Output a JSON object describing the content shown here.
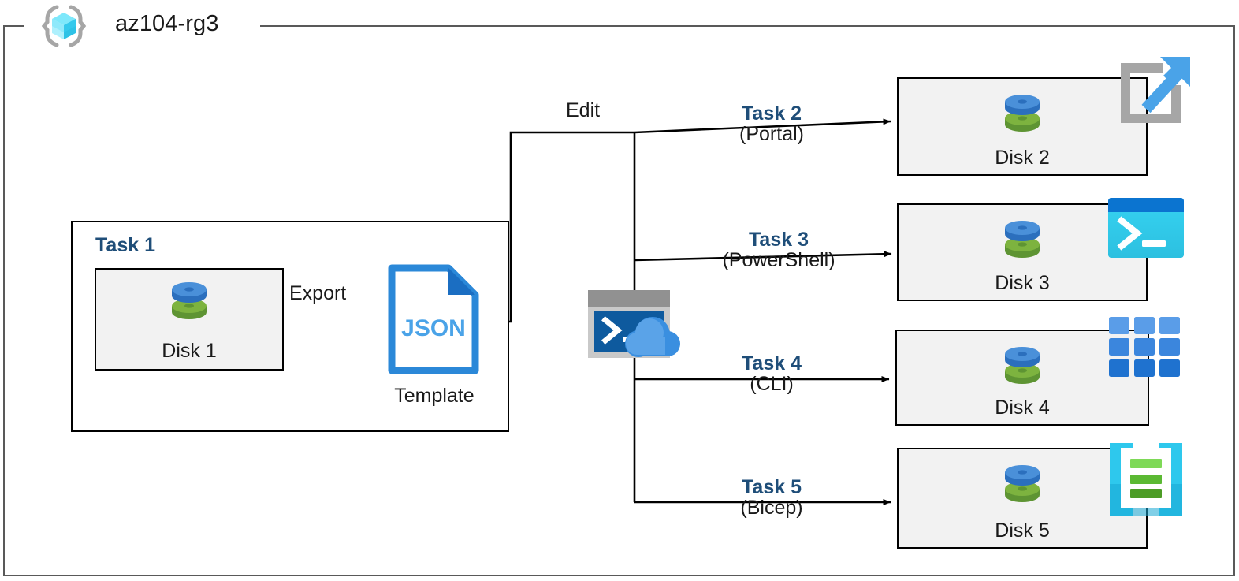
{
  "diagram": {
    "title": "az104-rg3",
    "resource_group_icon": "azure-resource-group-icon"
  },
  "task1": {
    "label": "Task 1",
    "disk": {
      "name": "Disk 1",
      "icon": "disk-icon"
    },
    "export_label": "Export",
    "template": {
      "file_type": "JSON",
      "caption": "Template",
      "icon": "json-file-icon"
    }
  },
  "edit": {
    "label": "Edit",
    "tool_icon": "cloud-shell-icon"
  },
  "branches": [
    {
      "task": "Task 2",
      "method": "(Portal)",
      "target": "Disk 2",
      "icon": "azure-portal-icon",
      "icon_name": "portal-icon"
    },
    {
      "task": "Task 3",
      "method": "(PowerShell)",
      "target": "Disk 3",
      "icon": "powershell-icon",
      "icon_name": "powershell-icon"
    },
    {
      "task": "Task 4",
      "method": "(CLI)",
      "target": "Disk 4",
      "icon": "azure-cli-icon",
      "icon_name": "cli-icon"
    },
    {
      "task": "Task 5",
      "method": "(Bicep)",
      "target": "Disk 5",
      "icon": "bicep-icon",
      "icon_name": "bicep-icon"
    }
  ],
  "colors": {
    "task_label_blue": "#1F4E79",
    "frame_gray": "#595959",
    "box_fill": "#f2f2f2",
    "box_border": "#000000",
    "disk_blue": "#3a87d8",
    "disk_green": "#73b043",
    "json_blue": "#2b88d8",
    "portal_gray": "#a6a6a6",
    "portal_arrow_blue": "#4aa3e8",
    "powershell_cyan": "#39cfee",
    "powershell_titlebar": "#0b74d0",
    "cli_blue": "#3a8fe0",
    "bicep_cyan": "#2ec8ed",
    "bicep_green": "#76c043",
    "cube_cyan": "#4fd8f7"
  }
}
